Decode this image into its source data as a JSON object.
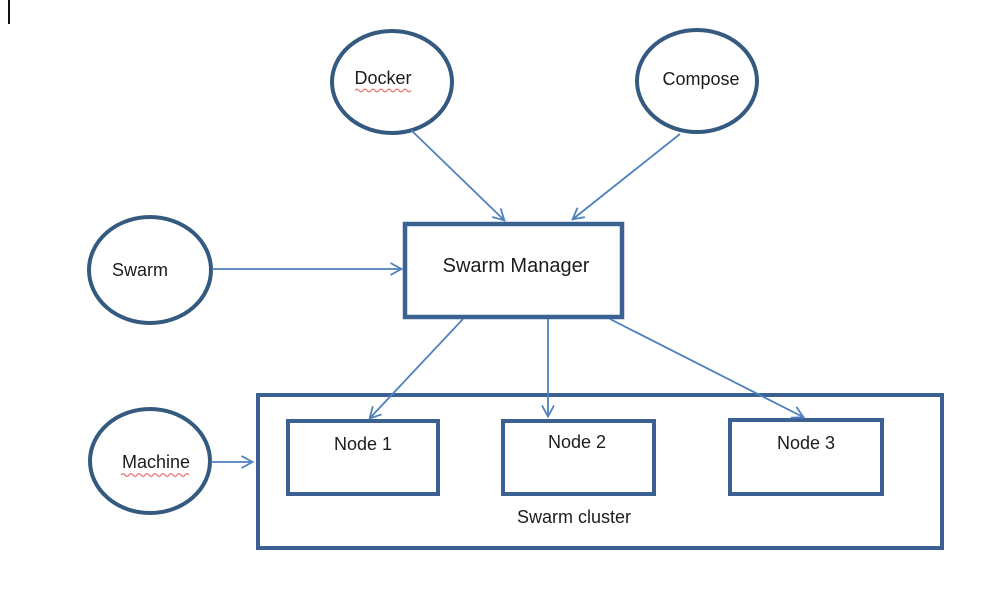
{
  "diagram": {
    "type": "architecture-flow",
    "nodes": {
      "docker": {
        "label": "Docker",
        "shape": "ellipse",
        "spellcheck_underline": true
      },
      "compose": {
        "label": "Compose",
        "shape": "ellipse",
        "spellcheck_underline": false
      },
      "swarm": {
        "label": "Swarm",
        "shape": "ellipse",
        "spellcheck_underline": false
      },
      "machine": {
        "label": "Machine",
        "shape": "ellipse",
        "spellcheck_underline": true
      },
      "swarm_manager": {
        "label": "Swarm Manager",
        "shape": "rectangle"
      },
      "node1": {
        "label": "Node 1",
        "shape": "rectangle"
      },
      "node2": {
        "label": "Node 2",
        "shape": "rectangle"
      },
      "node3": {
        "label": "Node 3",
        "shape": "rectangle"
      },
      "swarm_cluster": {
        "label": "Swarm cluster",
        "shape": "container-rectangle"
      }
    },
    "edges": [
      {
        "from": "Docker",
        "to": "Swarm Manager"
      },
      {
        "from": "Compose",
        "to": "Swarm Manager"
      },
      {
        "from": "Swarm",
        "to": "Swarm Manager"
      },
      {
        "from": "Swarm Manager",
        "to": "Node 1"
      },
      {
        "from": "Swarm Manager",
        "to": "Node 2"
      },
      {
        "from": "Swarm Manager",
        "to": "Node 3"
      },
      {
        "from": "Machine",
        "to": "Swarm cluster"
      }
    ],
    "colors": {
      "ellipse_border": "#355a80",
      "rectangle_border": "#3a6191",
      "arrow": "#4f81bd",
      "text": "#1c1c1c",
      "spellcheck_squiggle": "#e8736a",
      "background": "#ffffff"
    }
  }
}
